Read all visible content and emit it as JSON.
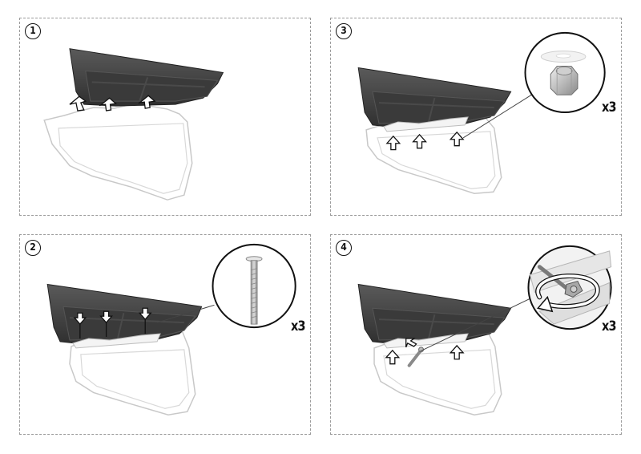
{
  "steps": [
    {
      "number": "1"
    },
    {
      "number": "2",
      "quantity": "x3"
    },
    {
      "number": "3",
      "quantity": "x3"
    },
    {
      "number": "4",
      "quantity": "x3"
    }
  ]
}
